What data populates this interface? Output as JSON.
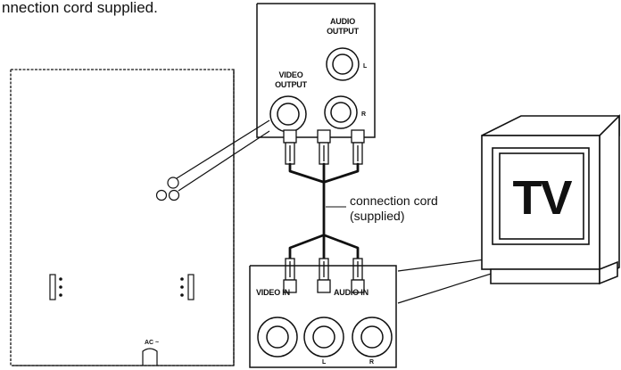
{
  "caption_fragment": "nnection cord supplied.",
  "panel_top": {
    "audio_label_line1": "AUDIO",
    "audio_label_line2": "OUTPUT",
    "video_label_line1": "VIDEO",
    "video_label_line2": "OUTPUT",
    "left_channel": "L",
    "right_channel": "R"
  },
  "cord": {
    "label_line1": "connection cord",
    "label_line2": "(supplied)"
  },
  "panel_bottom": {
    "video_in": "VIDEO IN",
    "audio_in": "AUDIO IN",
    "left_channel": "L",
    "right_channel": "R"
  },
  "player": {
    "ac_label": "AC ~"
  },
  "tv": {
    "label": "TV"
  }
}
